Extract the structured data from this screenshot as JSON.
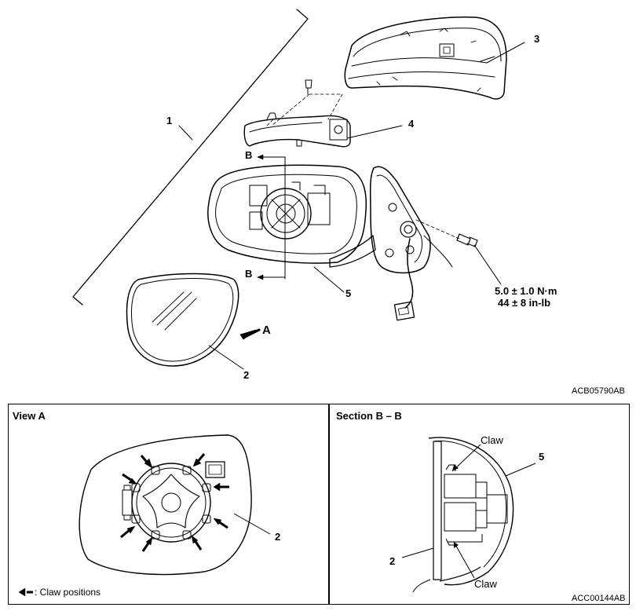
{
  "labels": {
    "n1": "1",
    "n2": "2",
    "n3": "3",
    "n4": "4",
    "n5": "5",
    "b_top": "B",
    "b_bot": "B",
    "view_arrow": "A",
    "torque_nm": "5.0 ± 1.0 N·m",
    "torque_inlb": "44 ± 8 in-lb"
  },
  "codes": {
    "top": "ACB05790AB",
    "bottom": "ACC00144AB"
  },
  "view_a": {
    "title": "View A",
    "part_label": "2",
    "legend": ": Claw positions"
  },
  "section_bb": {
    "title": "Section B – B",
    "claw_top": "Claw",
    "claw_bottom": "Claw",
    "label_5": "5",
    "label_2": "2"
  }
}
